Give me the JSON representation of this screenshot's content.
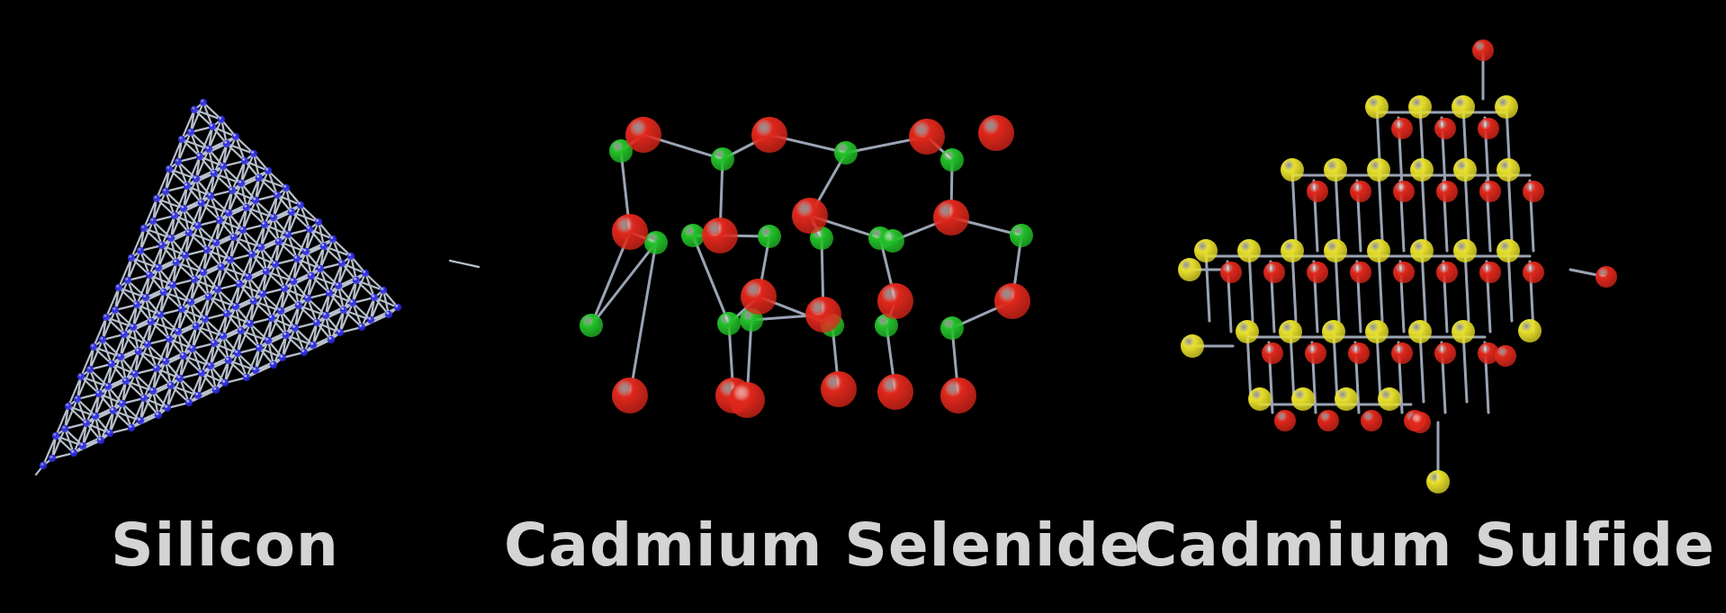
{
  "structures": [
    {
      "label": "Silicon",
      "atom_color": "#2b2be0"
    },
    {
      "label": "Cadmium Selenide",
      "atom_colors": [
        "#e0271b",
        "#22c028"
      ]
    },
    {
      "label": "Cadmium Sulfide",
      "atom_colors": [
        "#e8e02a",
        "#e0271b"
      ]
    }
  ]
}
